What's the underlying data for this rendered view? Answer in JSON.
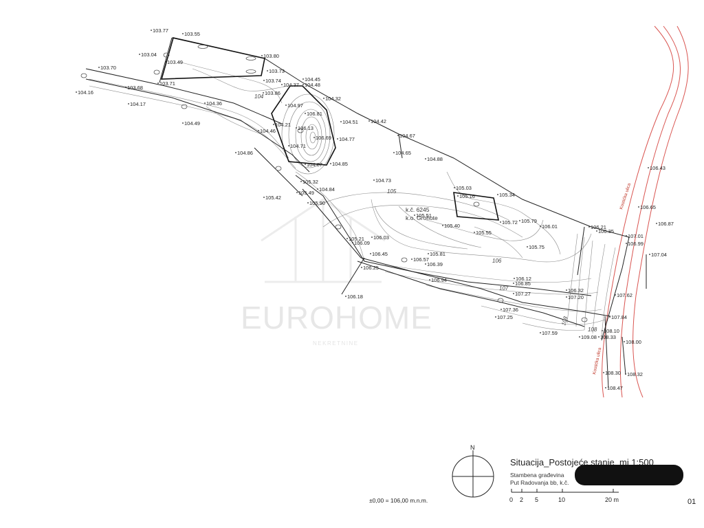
{
  "title": {
    "main": "Situacija_Postojeće stanje_mj 1:500",
    "line1": "Stambena građevina",
    "line2": "Put Radovanja bb, k.č."
  },
  "datum": "±0,00 = 106,00 m.n.m.",
  "sheet_number": "01",
  "north": {
    "label": "N",
    "icon": "north-arrow-icon"
  },
  "scale_bar": {
    "labels": [
      "0",
      "2",
      "5",
      "10",
      "20 m"
    ]
  },
  "parcel": {
    "number": "k.č. 6245",
    "municipality": "k.o. Grohote"
  },
  "streets": [
    "Kostićka ulica",
    "Kostićka ulica"
  ],
  "watermark": {
    "brand": "EUROHOME",
    "tagline": "NEKRETNINE"
  },
  "contour_labels": [
    "104",
    "105",
    "106",
    "107",
    "108",
    "108"
  ],
  "elevations": [
    "103.77",
    "103.55",
    "103.04",
    "103.80",
    "103.49",
    "103.73",
    "103.70",
    "103.74",
    "103.68",
    "103.71",
    "104.45",
    "104.37",
    "104.48",
    "103.86",
    "104.16",
    "104.17",
    "104.36",
    "104.32",
    "104.97",
    "106.81",
    "104.51",
    "104.42",
    "104.21",
    "106.13",
    "104.49",
    "104.46",
    "106.69",
    "104.77",
    "104.67",
    "104.71",
    "104.86",
    "104.65",
    "104.87",
    "104.85",
    "104.88",
    "106.43",
    "104.73",
    "105.32",
    "105.03",
    "105.49",
    "104.84",
    "105.16",
    "105.34",
    "105.42",
    "106.65",
    "105.51",
    "105.90",
    "105.72",
    "105.79",
    "106.87",
    "105.40",
    "106.01",
    "106.21",
    "106.35",
    "105.55",
    "107.01",
    "106.99",
    "106.03",
    "105.21",
    "106.09",
    "105.75",
    "107.04",
    "106.45",
    "105.81",
    "106.57",
    "106.39",
    "106.25",
    "106.12",
    "106.94",
    "106.85",
    "106.32",
    "107.27",
    "107.62",
    "107.20",
    "106.18",
    "107.36",
    "107.84",
    "107.25",
    "108.10",
    "107.59",
    "109.08",
    "108.33",
    "108.00",
    "108.30",
    "108.32",
    "108.47"
  ]
}
